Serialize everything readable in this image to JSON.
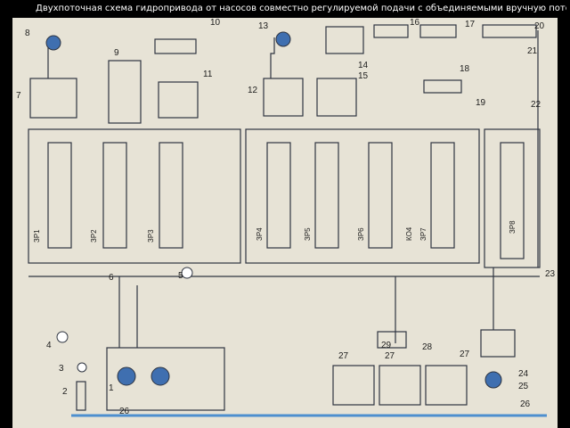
{
  "title": "Двухпоточная схема гидропривода от насосов совместно регулируемой подачи с объединяемыми вручную потоками",
  "callouts": [
    "1",
    "2",
    "3",
    "4",
    "5",
    "6",
    "7",
    "8",
    "9",
    "10",
    "11",
    "12",
    "13",
    "14",
    "15",
    "16",
    "17",
    "18",
    "19",
    "20",
    "21",
    "22",
    "23",
    "24",
    "25",
    "26",
    "26",
    "27",
    "27",
    "27",
    "28",
    "29"
  ],
  "valve_labels": [
    "ЗР1",
    "ЗР2",
    "ЗР3",
    "ЗР4",
    "ЗР5",
    "ЗР6",
    "КО4",
    "ЗР7",
    "ЗР8"
  ],
  "colors": {
    "line": "#2e3440",
    "pump_blue": "#3f6fb0",
    "tank_water": "#4d8fcf",
    "paper": "#e7e3d6"
  }
}
